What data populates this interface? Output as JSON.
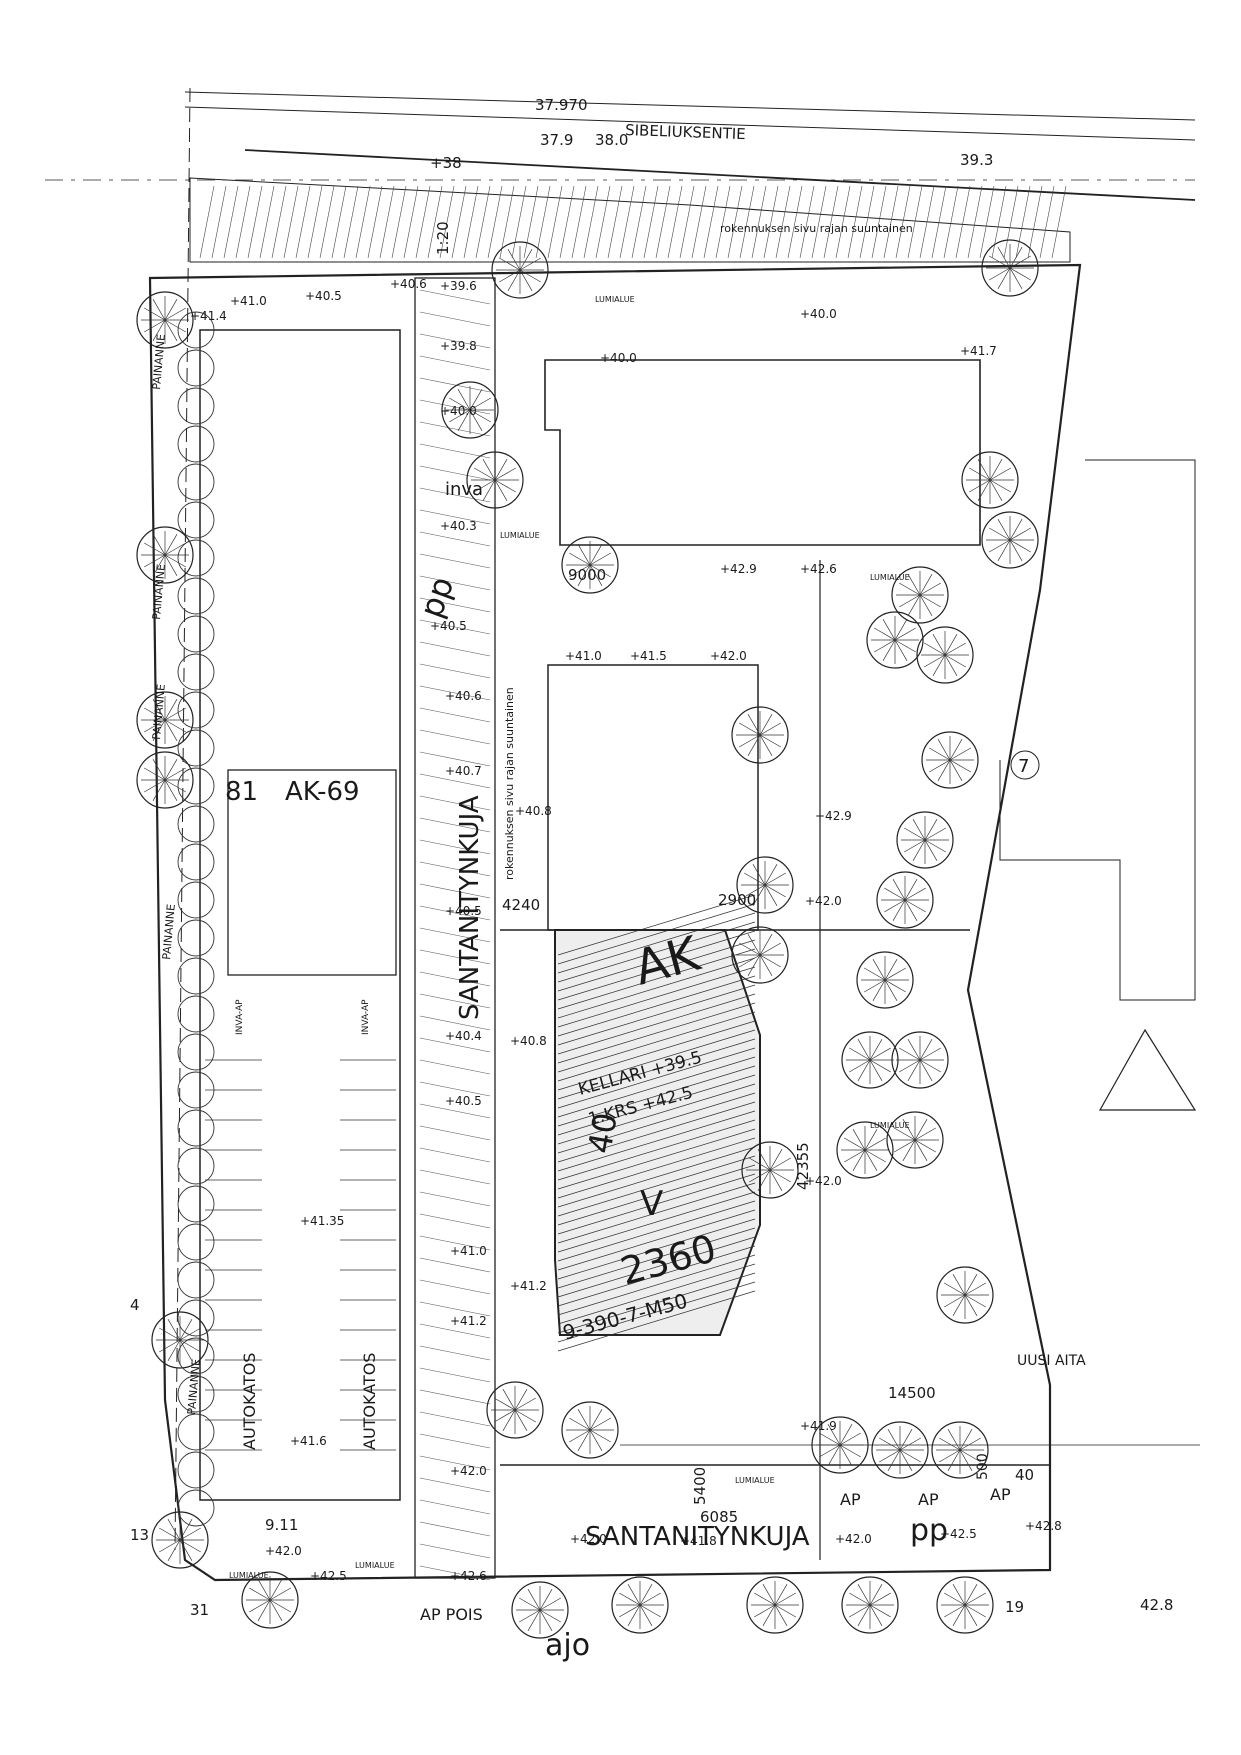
{
  "streets": {
    "north": "SIBELIUKSENTIE",
    "east_lane": "SANTANITYNKUJA",
    "south_lane": "SANTANITYNKUJA",
    "bottom": "ajo",
    "ap_pois": "AP POIS"
  },
  "notes": {
    "build_edge_north": "rokennuksen sivu rajan suuntainen",
    "build_edge_west": "rokennuksen sivu rajan suuntainen",
    "new_fence": "UUSI AITA",
    "inva": "inva",
    "inva_ap_1": "INVA-AP",
    "inva_ap_2": "INVA-AP"
  },
  "zones": {
    "block": "81",
    "block_zone": "AK-69",
    "main_zone": "AK",
    "pp_1": "pp",
    "pp_2": "pp",
    "plot_number": "7",
    "floor_area_1": "2360",
    "floor_area_2": "40",
    "v_marker": "V",
    "plan_code": "9-390-7-M50",
    "kellari": "KELLARI +39.5",
    "krs": "1.KRS +42.5",
    "garage_1": "AUTOKATOS",
    "garage_2": "AUTOKATOS",
    "slope_labels": [
      "PAINANNE",
      "PAINANNE",
      "PAINANNE",
      "PAINANNE",
      "PAINANNE"
    ],
    "snow_labels": [
      "LUMIALUE",
      "LUMIALUE",
      "LUMIALUE",
      "LUMIALUE",
      "LUMIALUE",
      "LUMIALUE",
      "LUMIALUE"
    ],
    "ap_labels": [
      "AP",
      "AP",
      "AP"
    ]
  },
  "dimensions": {
    "d9000": "9000",
    "d4240": "4240",
    "d2900": "2900",
    "d42355": "42355",
    "d14500": "14500",
    "d5400": "5400",
    "d6085": "6085",
    "d500": "500",
    "d120": "1:20"
  },
  "elevations": [
    "37.970",
    "37.9",
    "38.0",
    "+38",
    "39.3",
    "+41.4",
    "+41.0",
    "+40.5",
    "+40.6",
    "+39.6",
    "+39.8",
    "+40.0",
    "+40.3",
    "+40.5",
    "+40.6",
    "+40.7",
    "+40.8",
    "+40.5",
    "+40.4",
    "+40.5",
    "+41.0",
    "+41.2",
    "+42.0",
    "+42.6",
    "+42.5",
    "+42.0",
    "+41.6",
    "+41.35",
    "+40.0",
    "+40.0",
    "+41.7",
    "+42.9",
    "+42.6",
    "+41.0",
    "+41.5",
    "+42.0",
    "+42.9",
    "+42.0",
    "+42.0",
    "+41.9",
    "+41.8",
    "+42.0",
    "+42.0",
    "+42.5",
    "+42.8",
    "42.8",
    "40",
    "+40.8",
    "+41.2",
    "4",
    "13",
    "31",
    "19",
    "9.11"
  ]
}
